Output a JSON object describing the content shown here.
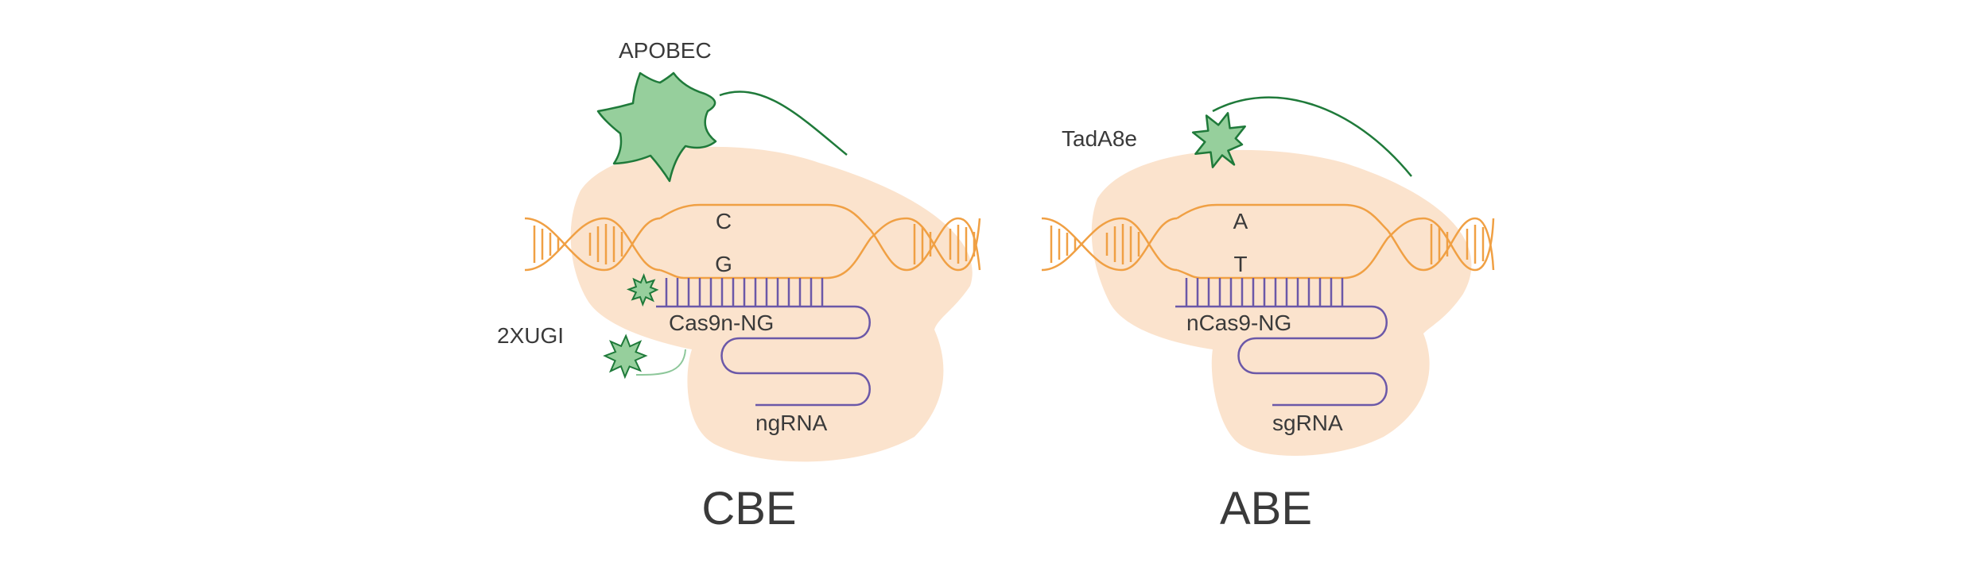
{
  "colors": {
    "protein": "#fbe3cd",
    "dna": "#f0a044",
    "rna": "#6b58a8",
    "enzyme_fill": "#96cf9c",
    "enzyme_stroke": "#1f7a3a",
    "text": "#3a3a3a"
  },
  "cbe": {
    "title": "CBE",
    "deaminase_label": "APOBEC",
    "ugi_label": "2XUGI",
    "base_top": "C",
    "base_bottom": "G",
    "cas_label": "Cas9n-NG",
    "rna_label": "ngRNA"
  },
  "abe": {
    "title": "ABE",
    "deaminase_label": "TadA8e",
    "base_top": "A",
    "base_bottom": "T",
    "cas_label": "nCas9-NG",
    "rna_label": "sgRNA"
  }
}
